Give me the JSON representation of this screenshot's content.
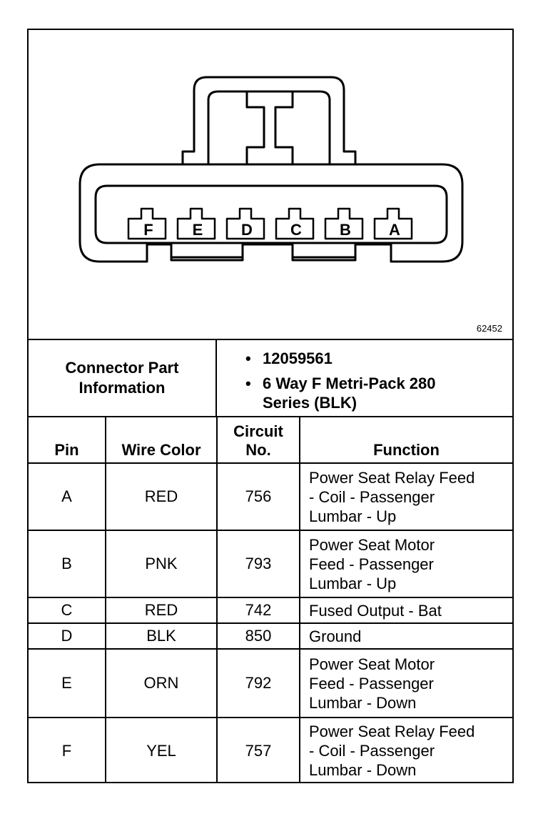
{
  "diagram": {
    "figure_number": "62452",
    "cavity_labels": [
      "F",
      "E",
      "D",
      "C",
      "B",
      "A"
    ]
  },
  "part_info": {
    "label": "Connector Part Information",
    "items": [
      "12059561",
      "6 Way F Metri-Pack 280 Series (BLK)"
    ]
  },
  "table": {
    "headers": {
      "pin": "Pin",
      "wire_color": "Wire Color",
      "circuit": "Circuit No.",
      "function": "Function"
    },
    "rows": [
      {
        "pin": "A",
        "wire_color": "RED",
        "circuit": "756",
        "function": "Power Seat Relay Feed\n- Coil - Passenger\nLumbar - Up"
      },
      {
        "pin": "B",
        "wire_color": "PNK",
        "circuit": "793",
        "function": "Power Seat Motor\nFeed - Passenger\nLumbar - Up"
      },
      {
        "pin": "C",
        "wire_color": "RED",
        "circuit": "742",
        "function": "Fused Output - Bat"
      },
      {
        "pin": "D",
        "wire_color": "BLK",
        "circuit": "850",
        "function": "Ground"
      },
      {
        "pin": "E",
        "wire_color": "ORN",
        "circuit": "792",
        "function": "Power Seat Motor\nFeed - Passenger\nLumbar - Down"
      },
      {
        "pin": "F",
        "wire_color": "YEL",
        "circuit": "757",
        "function": "Power Seat Relay Feed\n- Coil - Passenger\nLumbar - Down"
      }
    ]
  }
}
